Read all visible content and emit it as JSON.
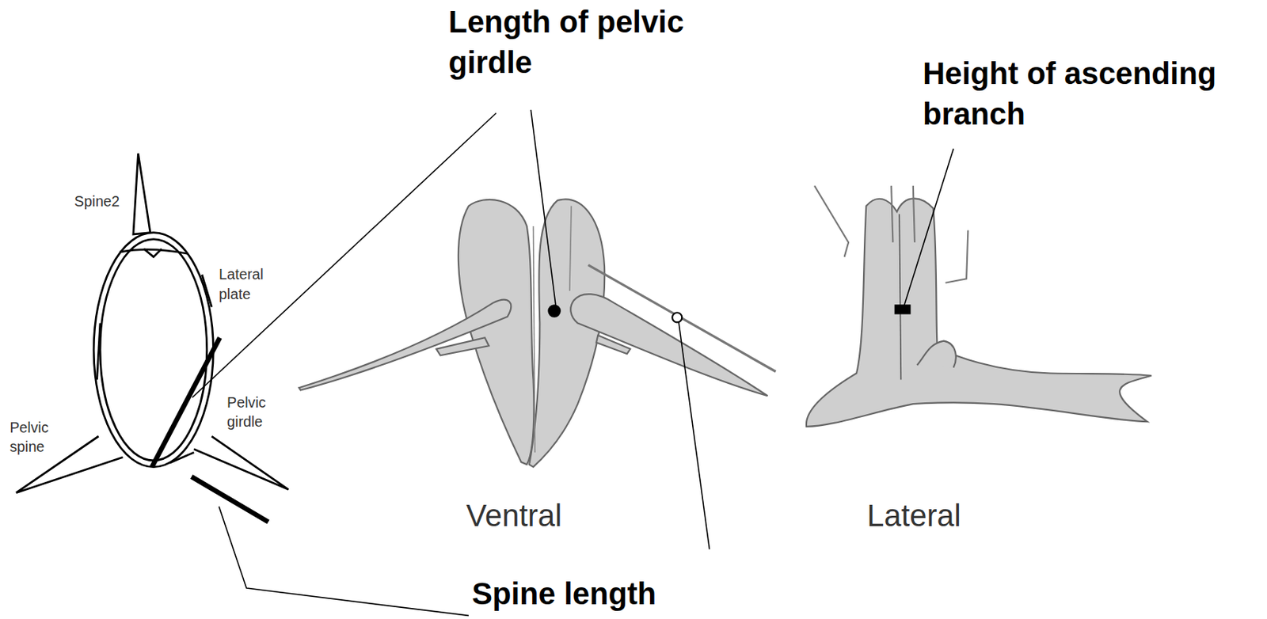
{
  "diagram": {
    "labels": [
      "Length of pelvic girdle",
      "Height of ascending branch",
      "Spine2",
      "Lateral plate",
      "Pelvic spine",
      "Pelvic girdle",
      "Ventral",
      "Lateral",
      "Spine length"
    ]
  }
}
